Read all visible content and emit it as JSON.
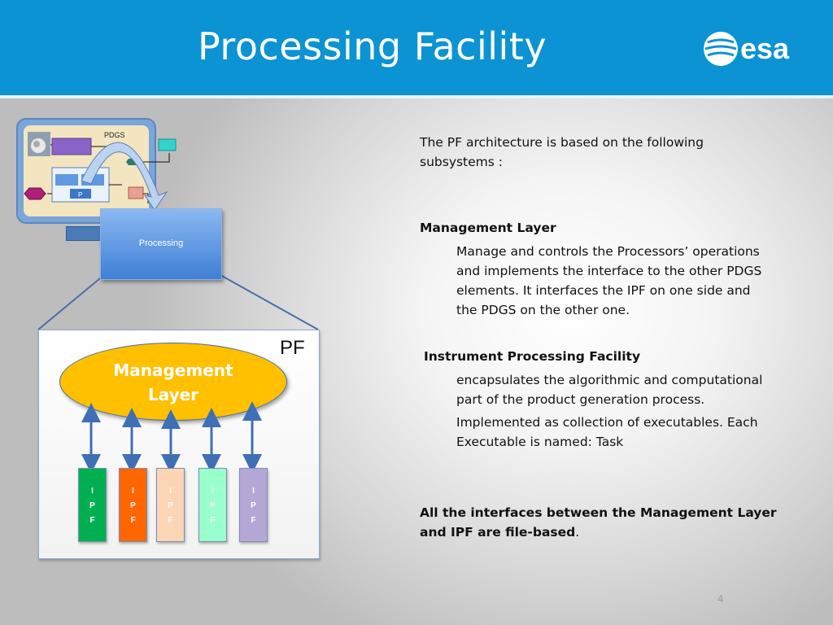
{
  "header": {
    "title": "Processing Facility",
    "logo_text": "esa"
  },
  "diagram": {
    "pdgs_label": "PDGS",
    "small_p_label": "P",
    "processing_label": "Processing",
    "pf_label": "PF",
    "management_label_line1": "Management",
    "management_label_line2": "Layer",
    "ipf_blocks": [
      {
        "letters": [
          "I",
          "P",
          "F"
        ],
        "color": "#00b050",
        "text_color": "#ffffff"
      },
      {
        "letters": [
          "I",
          "P",
          "F"
        ],
        "color": "#ff6600",
        "text_color": "#ffffff"
      },
      {
        "letters": [
          "I",
          "P",
          "F"
        ],
        "color": "#fcd5b4",
        "text_color": "#ffffff"
      },
      {
        "letters": [
          "I",
          "P",
          "F"
        ],
        "color": "#99ffcc",
        "text_color": "#ffffff"
      },
      {
        "letters": [
          "I",
          "P",
          "F"
        ],
        "color": "#b4a7d6",
        "text_color": "#ffffff"
      }
    ]
  },
  "text": {
    "intro_line1": "The PF architecture is based on the following",
    "intro_line2": "subsystems :",
    "mgmt_heading": "Management Layer",
    "mgmt_desc": [
      "Manage and controls the Processors’ operations",
      "and implements the interface to the other PDGS",
      "elements. It interfaces the IPF on one side and",
      "the PDGS on the other one."
    ],
    "ipf_heading": "Instrument Processing Facility",
    "ipf_desc1": [
      "encapsulates the algorithmic and computational",
      "part of the product generation process."
    ],
    "ipf_desc2": [
      "Implemented as collection of executables. Each",
      "Executable is named: Task"
    ],
    "conclusion_line1": "All the interfaces between the Management Layer",
    "conclusion_line2_bold": "and IPF are file-based",
    "conclusion_line2_tail": "."
  },
  "page_number": "4"
}
